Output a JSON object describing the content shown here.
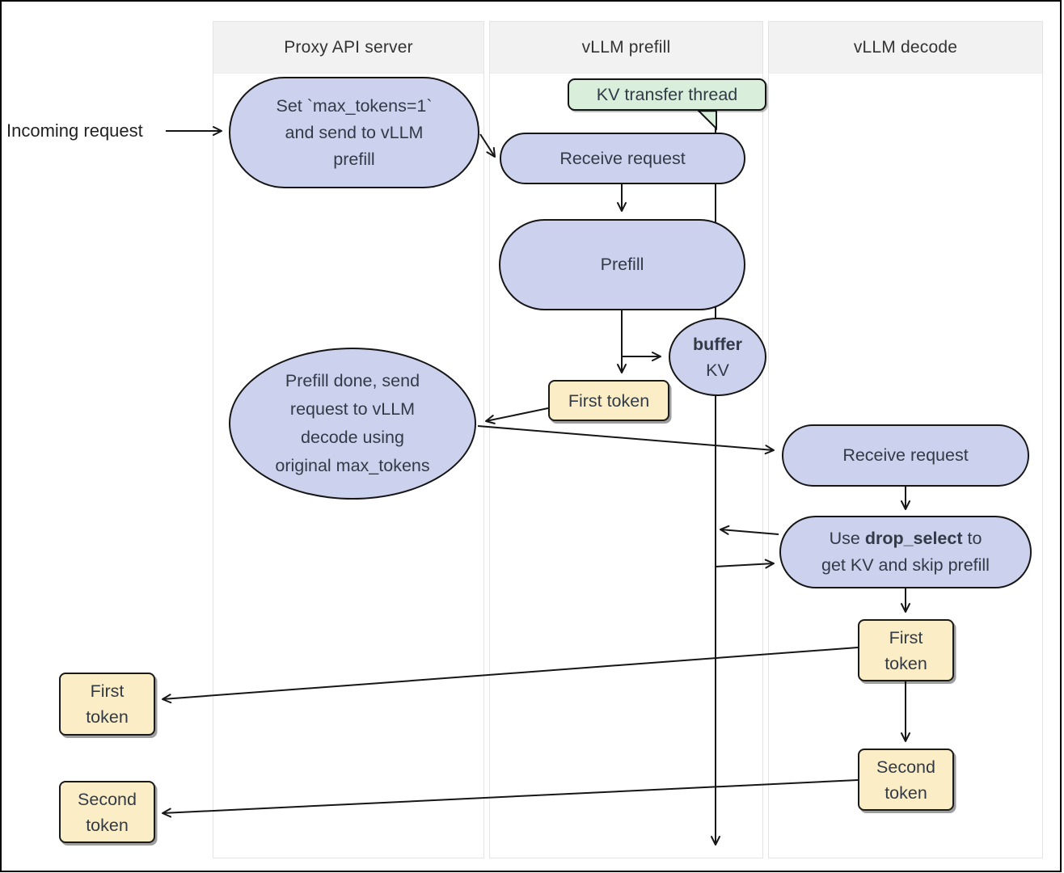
{
  "headers": {
    "proxy": "Proxy API server",
    "prefill": "vLLM prefill",
    "decode": "vLLM decode"
  },
  "incoming_label": "Incoming request",
  "nodes": {
    "set_max_tokens": [
      "Set `max_tokens=1`",
      "and send to vLLM",
      "prefill"
    ],
    "kv_transfer_thread": "KV transfer thread",
    "receive_request_prefill": "Receive request",
    "prefill": "Prefill",
    "buffer_kv": {
      "bold": "buffer",
      "rest": "KV"
    },
    "first_token_prefill": "First token",
    "prefill_done": [
      "Prefill done, send",
      "request to vLLM",
      "decode using",
      "original max_tokens"
    ],
    "receive_request_decode": "Receive request",
    "drop_select": {
      "pre": "Use ",
      "bold": "drop_select",
      "post": " to",
      "line2": "get KV and skip prefill"
    },
    "first_token_decode": [
      "First",
      "token"
    ],
    "second_token_decode": [
      "Second",
      "token"
    ],
    "first_token_out": [
      "First",
      "token"
    ],
    "second_token_out": [
      "Second",
      "token"
    ]
  },
  "colors": {
    "process_fill": "#ccd2ed",
    "token_fill": "#fbeec6",
    "thread_fill": "#d9efdc",
    "stroke": "#161616",
    "lane_header_fill": "#f2f2f2",
    "lane_border": "#e4e4e4",
    "text": "#333a47"
  }
}
